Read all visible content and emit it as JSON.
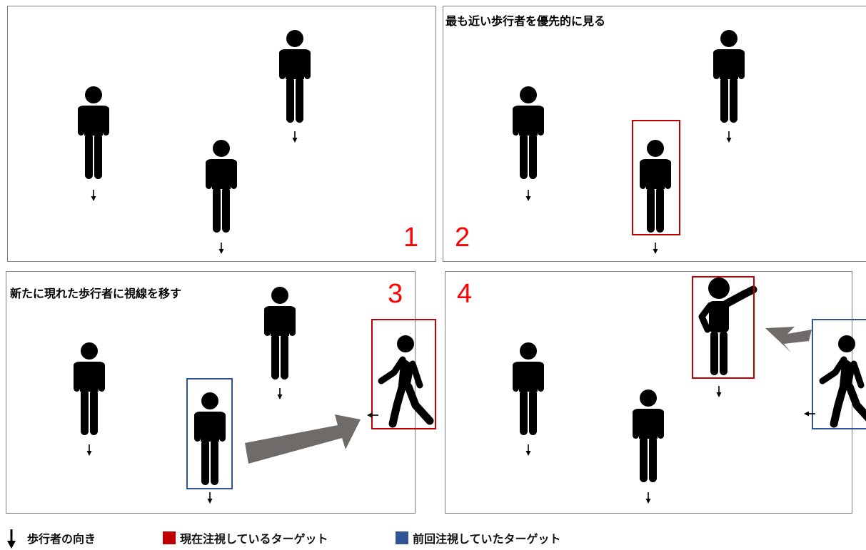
{
  "panels": [
    {
      "number": "1",
      "title": ""
    },
    {
      "number": "2",
      "title": "最も近い歩行者を優先的に見る"
    },
    {
      "number": "3",
      "title": "新たに現れた歩行者に視線を移す"
    },
    {
      "number": "4",
      "title": ""
    }
  ],
  "legend": {
    "direction": "歩行者の向き",
    "current_target": "現在注視しているターゲット",
    "previous_target": "前回注視していたターゲット"
  },
  "colors": {
    "current": "#c00000",
    "previous": "#2f5597",
    "number": "#ff0000",
    "arrow": "#6e6b69",
    "figure": "#000000"
  },
  "icons": [
    "pedestrian-standing-icon",
    "pedestrian-walking-icon",
    "pedestrian-waving-icon",
    "direction-arrow-icon",
    "gaze-shift-arrow-icon"
  ]
}
